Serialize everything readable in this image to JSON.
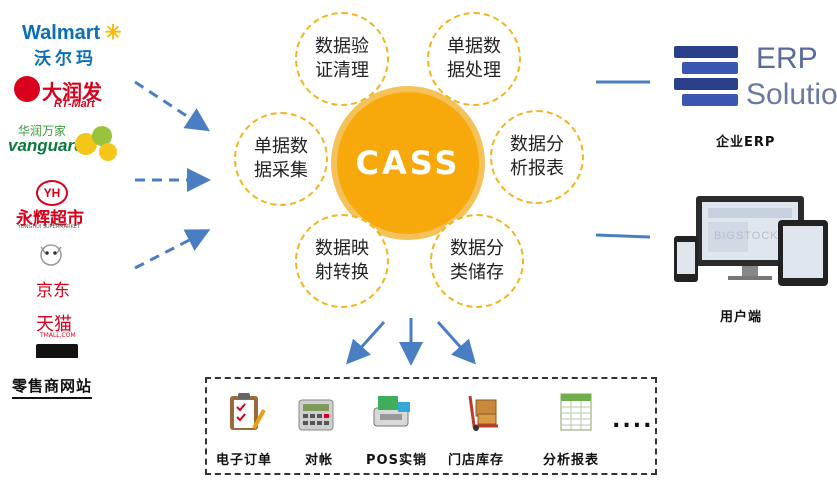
{
  "center": {
    "label": "CASS"
  },
  "bubbles": {
    "verify": "数据验\n证清理",
    "process": "单据数\n据处理",
    "collect": "单据数\n据采集",
    "report": "数据分\n析报表",
    "mapping": "数据映\n射转换",
    "classify": "数据分\n类储存"
  },
  "retail": {
    "walmart_en": "Walmart",
    "walmart_cn": "沃尔玛",
    "rtmart_cn": "大润发",
    "rtmart_en": "RT-Mart",
    "vanguard_cn": "华润万家",
    "vanguard_en": "vanguard",
    "yonghui_cn": "永辉超市",
    "yonghui_en": "YONGHUI SUPERMARKET",
    "yonghui_mark": "YH",
    "jd": "京东",
    "tmall_cn": "天猫",
    "tmall_en": "TMALL.COM",
    "caption": "零售商网站"
  },
  "erp": {
    "logo_line1": "ERP",
    "logo_line2": "Solution",
    "caption": "企业ERP"
  },
  "client": {
    "watermark": "BIGSTOCK",
    "caption": "用户端"
  },
  "tools": {
    "order": "电子订单",
    "reconcile": "对帐",
    "pos": "POS实销",
    "inventory": "门店库存",
    "report": "分析报表",
    "more": "...."
  },
  "colors": {
    "accent": "#f7a90b",
    "arrow": "#4a7ec2",
    "bubble_border": "#f2b51e"
  }
}
